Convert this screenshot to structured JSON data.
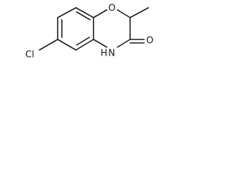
{
  "molecule": {
    "atoms": {
      "oxygen_ring": "O",
      "oxygen_carbonyl": "O",
      "chlorine": "Cl",
      "nitrogen_h": "H",
      "nitrogen": "N"
    }
  },
  "colors": {
    "bond": "#1a1a1a",
    "background": "#ffffff"
  }
}
